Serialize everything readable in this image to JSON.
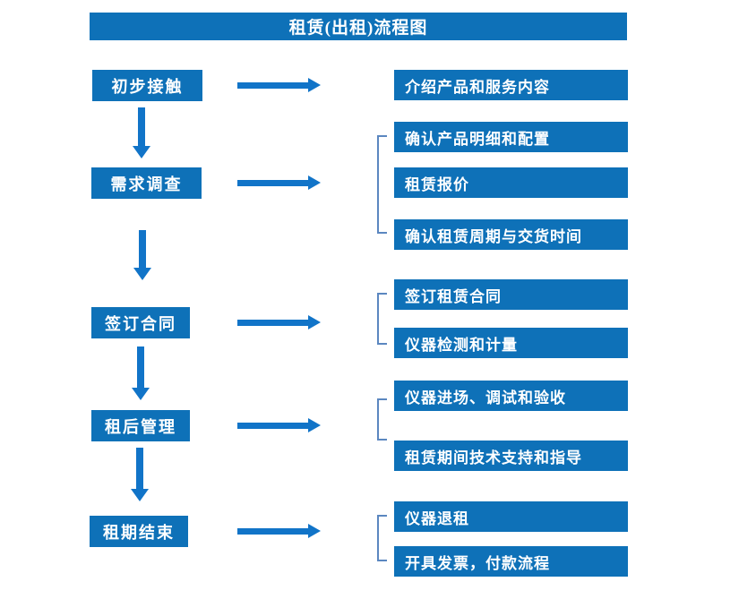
{
  "title": "租赁(出租)流程图",
  "colors": {
    "box_blue": "#0e71b8",
    "arrow_blue": "#1174c8",
    "bracket_blue": "#5b87c0",
    "text_white": "#ffffff"
  },
  "steps": [
    {
      "label": "初步接触",
      "outputs": [
        "介绍产品和服务内容"
      ]
    },
    {
      "label": "需求调查",
      "outputs": [
        "确认产品明细和配置",
        "租赁报价",
        "确认租赁周期与交货时间"
      ]
    },
    {
      "label": "签订合同",
      "outputs": [
        "签订租赁合同",
        "仪器检测和计量"
      ]
    },
    {
      "label": "租后管理",
      "outputs": [
        "仪器进场、调试和验收",
        "租赁期间技术支持和指导"
      ]
    },
    {
      "label": "租期结束",
      "outputs": [
        "仪器退租",
        "开具发票，付款流程"
      ]
    }
  ]
}
